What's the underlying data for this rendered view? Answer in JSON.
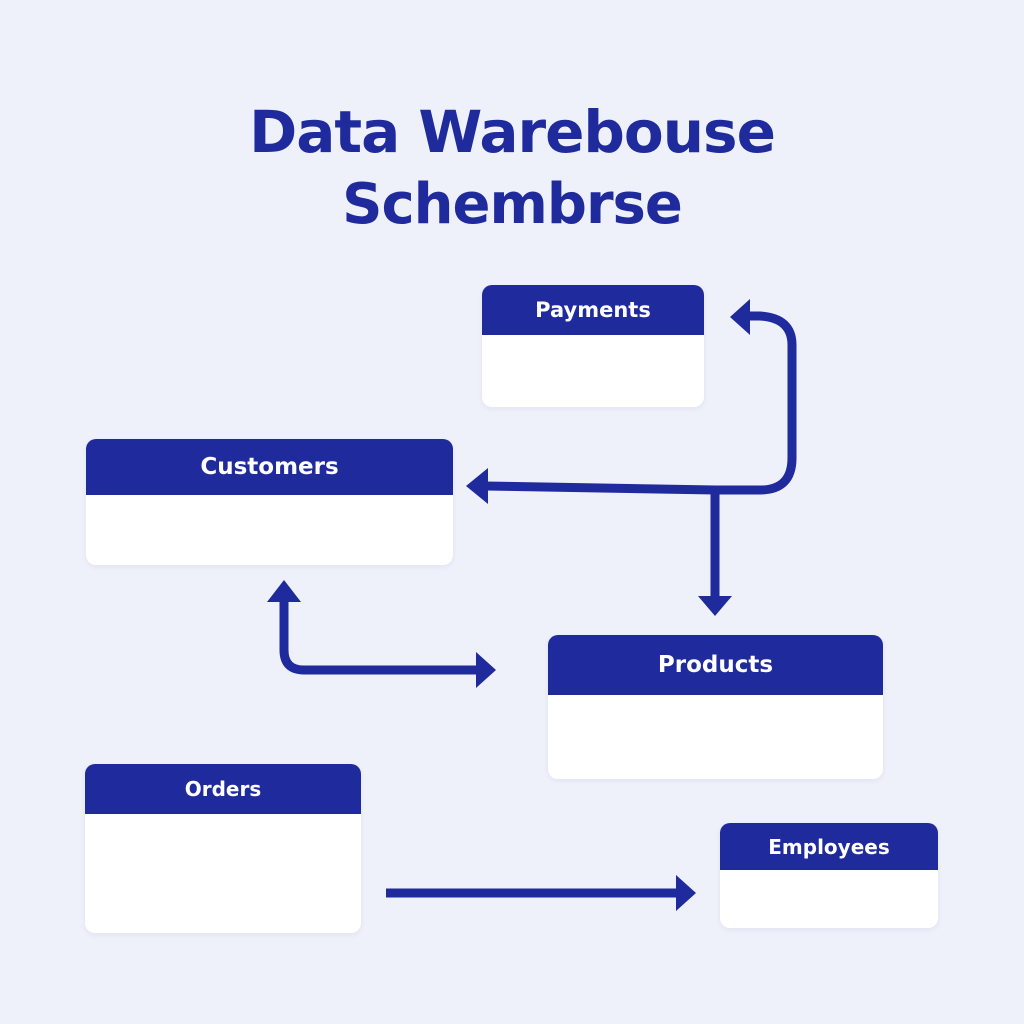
{
  "title": {
    "line1": "Data Warebouse",
    "line2": "Schembrse"
  },
  "tables": {
    "payments": "Payments",
    "customers": "Customers",
    "products": "Products",
    "orders": "Orders",
    "employees": "Employees"
  },
  "colors": {
    "accent": "#1f2a9c",
    "background": "#eef0fa",
    "box": "#ffffff"
  }
}
